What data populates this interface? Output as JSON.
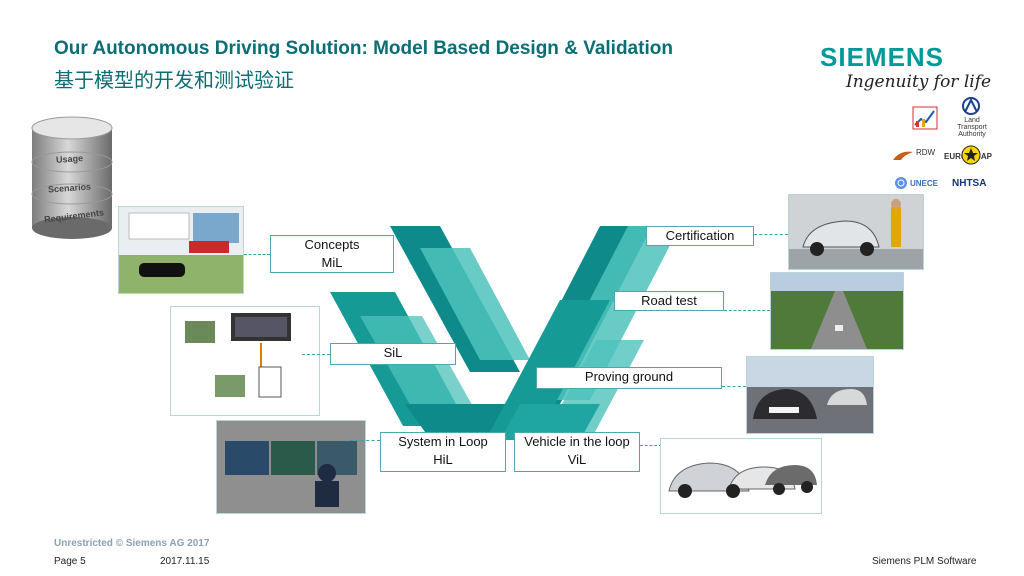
{
  "header": {
    "title_en": "Our Autonomous Driving Solution: Model Based Design & Validation",
    "title_zh": "基于模型的开发和测试验证"
  },
  "logo": {
    "word": "SIEMENS",
    "tagline": "Ingenuity for life"
  },
  "database": {
    "layers": [
      "Usage",
      "Scenarios",
      "Requirements"
    ]
  },
  "stages_left": [
    {
      "line1": "Concepts",
      "line2": "MiL"
    },
    {
      "line1": "SiL"
    },
    {
      "line1": "System in Loop",
      "line2": "HiL"
    }
  ],
  "stages_right": [
    {
      "line1": "Certification"
    },
    {
      "line1": "Road test"
    },
    {
      "line1": "Proving ground"
    },
    {
      "line1": "Vehicle in the loop",
      "line2": "ViL"
    }
  ],
  "orgs": {
    "ltaa": "Land Transport Authority",
    "rdw": "RDW",
    "euroncap": "EURO NCAP",
    "unece": "UNECE",
    "nhtsa": "NHTSA"
  },
  "footer": {
    "classification": "Unrestricted © Siemens AG 2017",
    "page": "Page 5",
    "date": "2017.11.15",
    "company": "Siemens PLM Software"
  },
  "colors": {
    "teal_dark": "#0e8a8a",
    "teal_mid": "#1fa6a2",
    "teal_light": "#4ec2bb",
    "title": "#0b6e74"
  }
}
